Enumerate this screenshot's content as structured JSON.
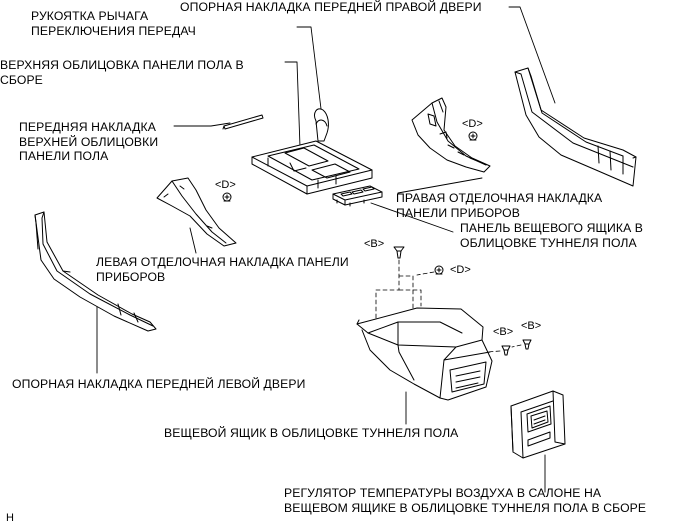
{
  "labels": {
    "gear_knob": "РУКОЯТКА РЫЧАГА\nПЕРЕКЛЮЧЕНИЯ ПЕРЕДАЧ",
    "front_right_door_scuff": "ОПОРНАЯ НАКЛАДКА ПЕРЕДНЕЙ ПРАВОЙ ДВЕРИ",
    "upper_console_panel": "ВЕРХНЯЯ ОБЛИЦОВКА ПАНЕЛИ ПОЛА В\nСБОРЕ",
    "front_upper_console_garnish": "ПЕРЕДНЯЯ НАКЛАДКА\nВЕРХНЕЙ ОБЛИЦОВКИ\nПАНЕЛИ ПОЛА",
    "right_instrument_side_finish": "ПРАВАЯ ОТДЕЛОЧНАЯ НАКЛАДКА\nПАНЕЛИ ПРИБОРОВ",
    "console_box_panel": "ПАНЕЛЬ ВЕЩЕВОГО ЯЩИКА В\nОБЛИЦОВКЕ ТУННЕЛЯ ПОЛА",
    "left_instrument_side_finish": "ЛЕВАЯ ОТДЕЛОЧНАЯ НАКЛАДКА ПАНЕЛИ\nПРИБОРОВ",
    "front_left_door_scuff": "ОПОРНАЯ НАКЛАДКА ПЕРЕДНЕЙ ЛЕВОЙ ДВЕРИ",
    "console_box": "ВЕЩЕВОЙ ЯЩИК В ОБЛИЦОВКЕ ТУННЕЛЯ ПОЛА",
    "rear_air_temp_control": "РЕГУЛЯТОР ТЕМПЕРАТУРЫ ВОЗДУХА В САЛОНЕ НА\nВЕЩЕВОМ ЯЩИКЕ В ОБЛИЦОВКЕ ТУННЕЛЯ ПОЛА В СБОРЕ"
  },
  "fastener_codes": {
    "d_right_panel": "<D>",
    "d_left_panel": "<D>",
    "b_top": "<B>",
    "d_console": "<D>",
    "b_console_1": "<B>",
    "b_console_2": "<B>"
  },
  "corner_mark": "H"
}
